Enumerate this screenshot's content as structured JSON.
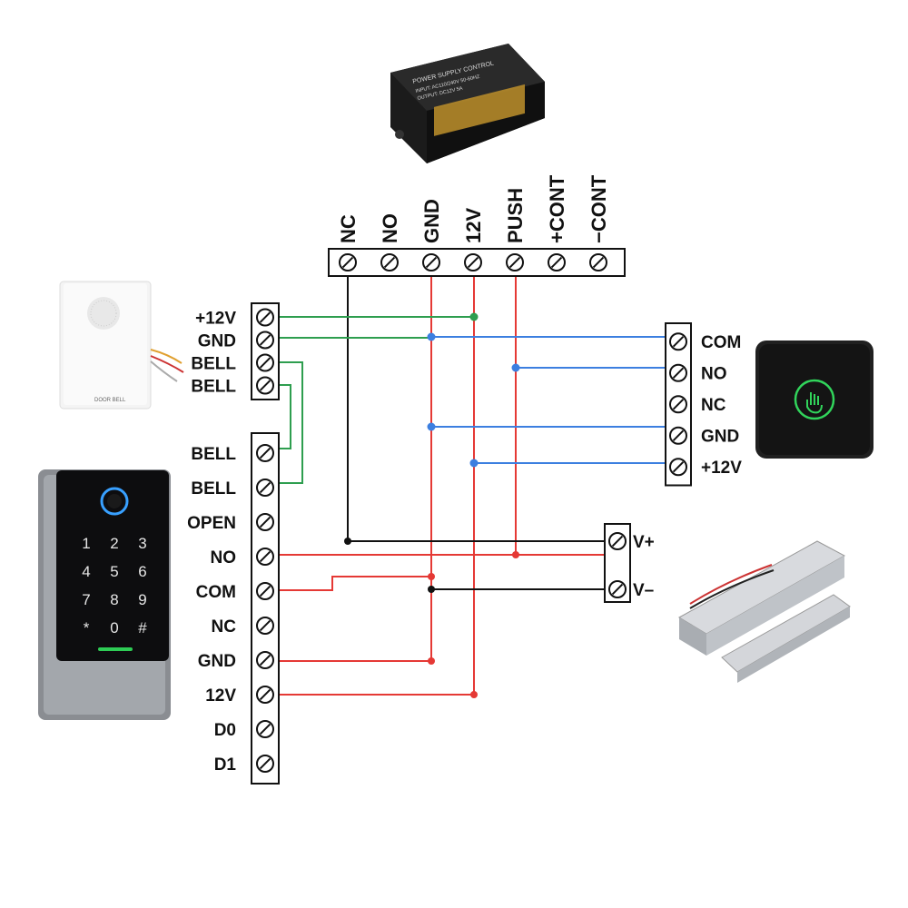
{
  "colors": {
    "power": "#e53935",
    "gnd_green": "#2e9e4f",
    "signal_blue": "#3c7fe0",
    "black_wire": "#111111"
  },
  "psu": {
    "icon": "power-supply-image",
    "title": "POWER SUPPLY CONTROL",
    "input": "INPUT: AC110/240V 50-60HZ",
    "output": "OUTPUT: DC12V 5A",
    "terminals": [
      "NC",
      "NO",
      "GND",
      "12V",
      "PUSH",
      "+CONT",
      "−CONT"
    ]
  },
  "doorbell": {
    "icon": "doorbell-image",
    "device_text": "DOOR BELL",
    "terminals": [
      "+12V",
      "GND",
      "BELL",
      "BELL"
    ]
  },
  "keypad": {
    "icon": "keypad-reader-image",
    "keys": [
      "1",
      "2",
      "3",
      "4",
      "5",
      "6",
      "7",
      "8",
      "9",
      "*",
      "0",
      "#"
    ],
    "terminals": [
      "BELL",
      "BELL",
      "OPEN",
      "NO",
      "COM",
      "NC",
      "GND",
      "12V",
      "D0",
      "D1"
    ]
  },
  "exit_button": {
    "icon": "touch-exit-button-image",
    "terminals": [
      "COM",
      "NO",
      "NC",
      "GND",
      "+12V"
    ]
  },
  "lock": {
    "icon": "magnetic-lock-image",
    "terminals": [
      "V+",
      "V–"
    ]
  }
}
